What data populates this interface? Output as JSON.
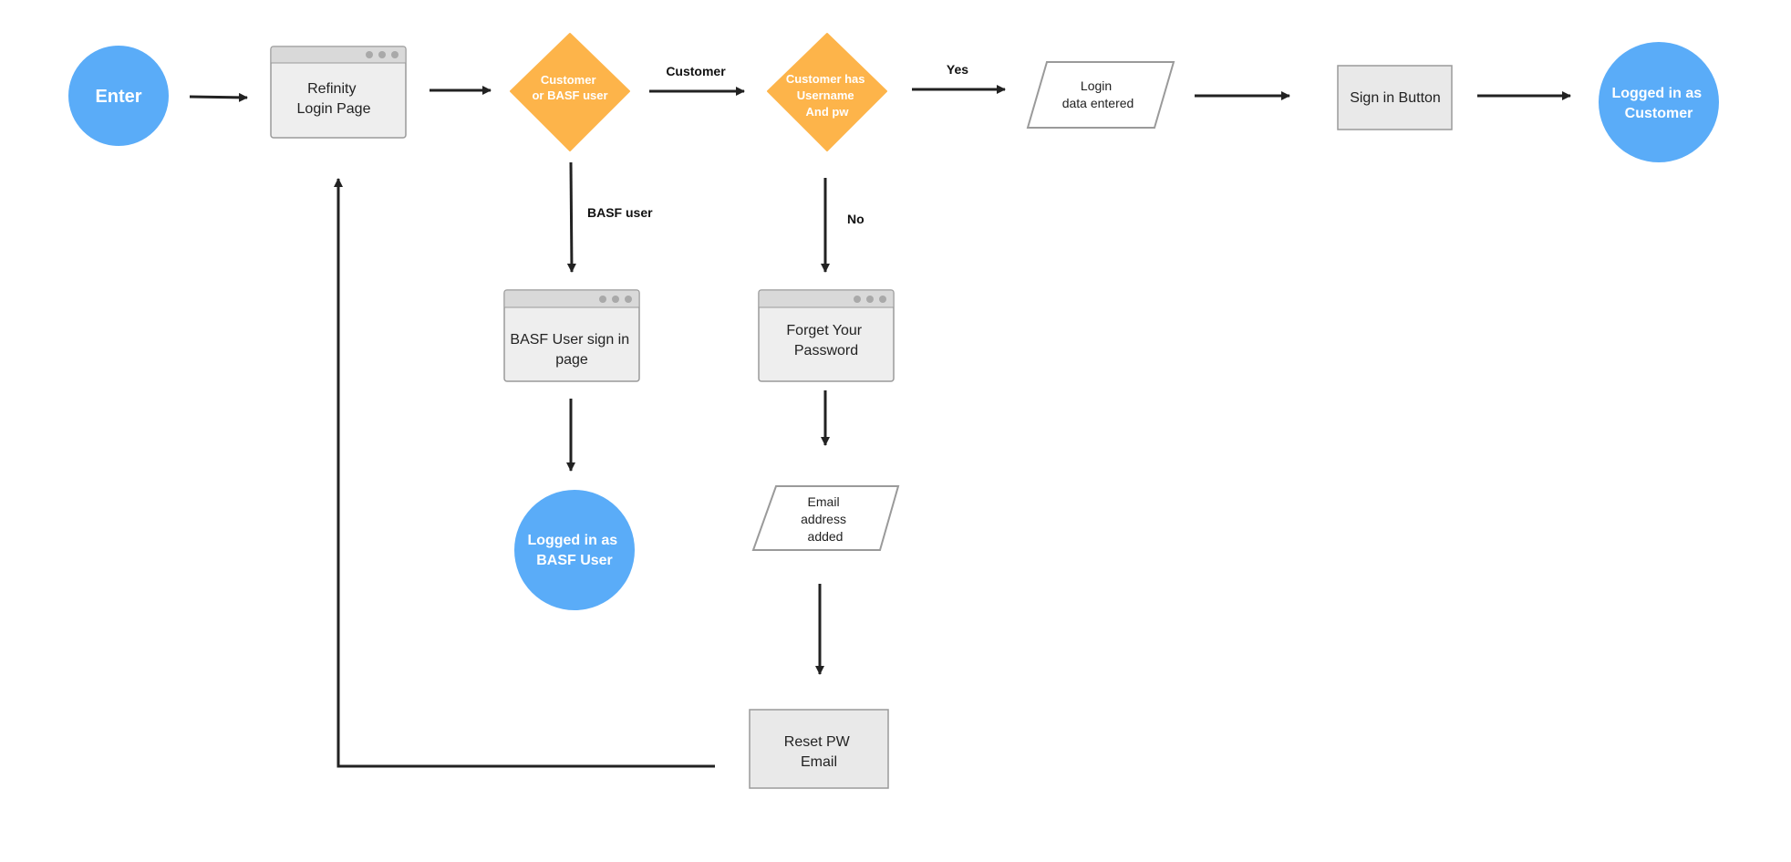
{
  "colors": {
    "background": "#ffffff",
    "circle": "#5aacf8",
    "diamond": "#fdb44a",
    "box_fill": "#eeeeee",
    "box_stroke": "#9a9a9a",
    "titlebar": "#d9d9d9",
    "dot": "#a9a9a9",
    "arrow": "#222222",
    "label": "#111111"
  },
  "nodes": {
    "enter": {
      "label": "Enter"
    },
    "refinity_login": {
      "lines": [
        "Refinity",
        "Login Page"
      ]
    },
    "customer_or_basf": {
      "lines": [
        "Customer",
        "or BASF user"
      ]
    },
    "has_username": {
      "lines": [
        "Customer has",
        "Username",
        "And pw"
      ]
    },
    "login_data": {
      "lines": [
        "Login",
        "data entered"
      ]
    },
    "sign_in_button": {
      "label": "Sign in Button"
    },
    "logged_customer": {
      "lines": [
        "Logged in as",
        "Customer"
      ]
    },
    "basf_signin_page": {
      "lines": [
        "BASF User sign in",
        "page"
      ]
    },
    "forget_password": {
      "lines": [
        "Forget Your",
        "Password"
      ]
    },
    "logged_basf": {
      "lines": [
        "Logged in as",
        "BASF User"
      ]
    },
    "email_added": {
      "lines": [
        "Email",
        "address",
        "added"
      ]
    },
    "reset_pw": {
      "lines": [
        "Reset PW",
        "Email"
      ]
    }
  },
  "edge_labels": {
    "customer": "Customer",
    "yes": "Yes",
    "basf_user": "BASF user",
    "no": "No"
  }
}
